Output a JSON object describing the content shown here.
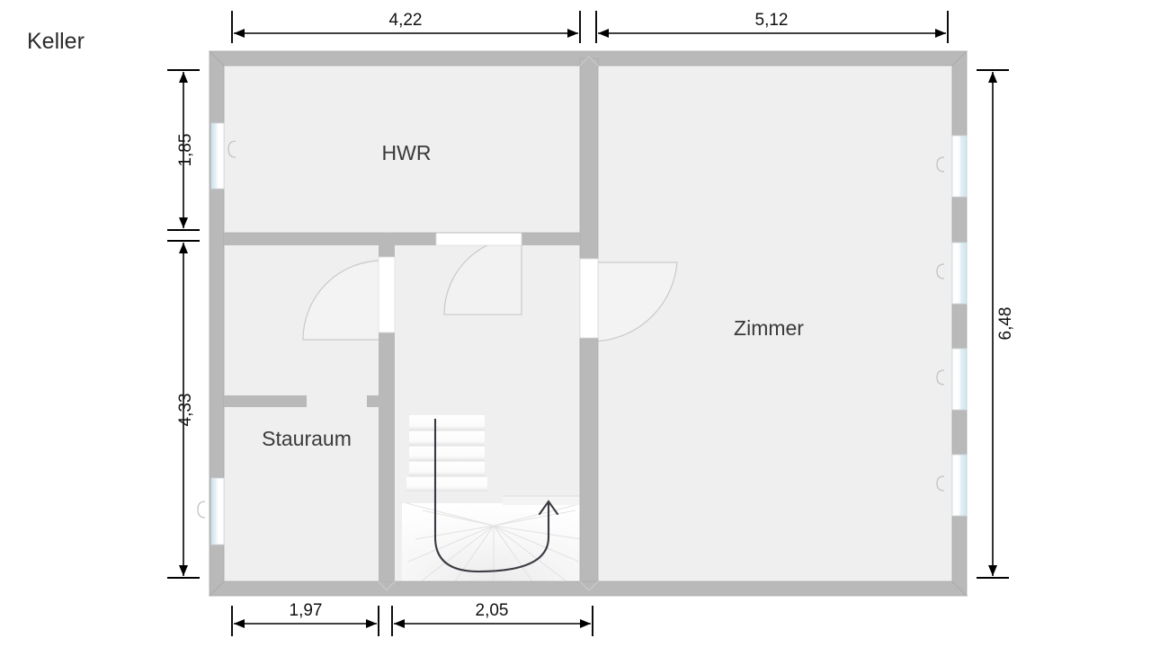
{
  "plan": {
    "title": "Keller",
    "rooms": [
      {
        "name": "HWR",
        "label": "HWR"
      },
      {
        "name": "Zimmer",
        "label": "Zimmer"
      },
      {
        "name": "Stauraum",
        "label": "Stauraum"
      }
    ],
    "dimensions": {
      "top": [
        {
          "name": "top-left-span",
          "value": "4,22"
        },
        {
          "name": "top-right-span",
          "value": "5,12"
        }
      ],
      "left": [
        {
          "name": "left-upper-span",
          "value": "1,85"
        },
        {
          "name": "left-lower-span",
          "value": "4,33"
        }
      ],
      "right": [
        {
          "name": "right-total-span",
          "value": "6,48"
        }
      ],
      "bottom": [
        {
          "name": "bottom-left-span",
          "value": "1,97"
        },
        {
          "name": "bottom-mid-span",
          "value": "2,05"
        }
      ]
    },
    "colors": {
      "wall_fill": "#b9b9b9",
      "wall_edge": "#9a9a9a",
      "room_fill": "#efefef",
      "window_glass": "#dbeaf2",
      "window_frame": "#ffffff",
      "door_arc": "#c9c9c9",
      "dimension_line": "#000000",
      "text": "#3a3a3a",
      "background": "#ffffff"
    },
    "elements": {
      "windows": [
        {
          "name": "window-left-hwr"
        },
        {
          "name": "window-left-stauraum"
        },
        {
          "name": "window-right-1"
        },
        {
          "name": "window-right-2"
        },
        {
          "name": "window-right-3"
        },
        {
          "name": "window-right-4"
        }
      ],
      "doors": [
        {
          "name": "door-stauraum"
        },
        {
          "name": "door-hwr"
        },
        {
          "name": "door-zimmer"
        }
      ],
      "stairs": {
        "name": "staircase",
        "direction": "up"
      }
    }
  }
}
